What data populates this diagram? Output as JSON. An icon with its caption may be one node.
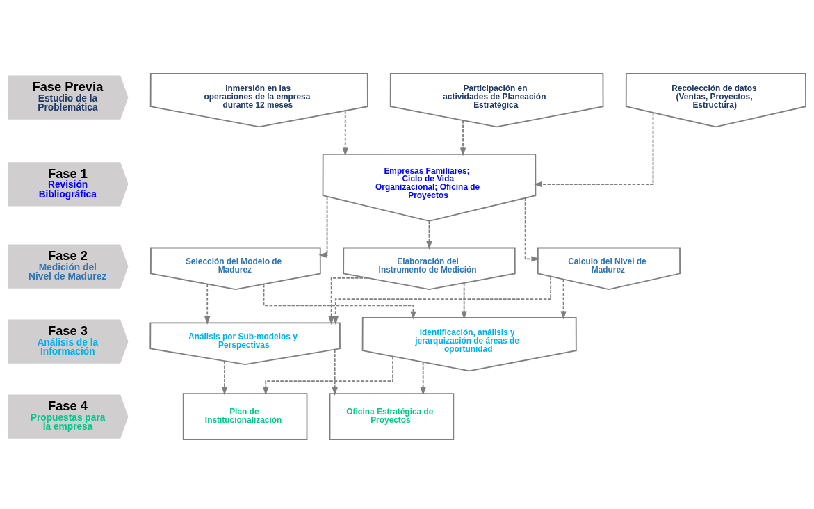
{
  "diagram": {
    "nodes": [
      {
        "text": [
          "Fase Previa",
          "Estudio de la Problemática"
        ]
      },
      {
        "text": [
          "Inmersión en las operaciones de la empresa durante 12 meses"
        ]
      },
      {
        "text": [
          "Participación en actividades de Planeación Estratégica"
        ]
      },
      {
        "text": [
          "Recolección de datos (Ventas, Proyectos, Estructura)"
        ]
      },
      {
        "text": [
          "Fase 1",
          "Revisión Bibliográfica"
        ]
      },
      {
        "text": [
          "Empresas Familiares;  Ciclo de Vida Organizacional; Oficina de Proyectos"
        ]
      },
      {
        "text": [
          "Fase 2",
          "Medición del Nivel de Madurez"
        ]
      },
      {
        "text": [
          "Selección del Modelo de Madurez"
        ]
      },
      {
        "text": [
          "Elaboración del Instrumento de Medición"
        ]
      },
      {
        "text": [
          "Calculo del Nivel de Madurez"
        ]
      },
      {
        "text": [
          "Fase 3",
          "Análisis de la Información"
        ]
      },
      {
        "text": [
          "Análisis por Sub-modelos y Perspectivas"
        ]
      },
      {
        "text": [
          "Identificación, análisis y jerarquización de áreas de oportunidad"
        ]
      },
      {
        "text": [
          "Fase 4",
          "Propuestas para la empresa"
        ]
      },
      {
        "text": [
          "Plan de Institucionalización"
        ]
      },
      {
        "text": [
          "Oficina Estratégica de Proyectos"
        ]
      }
    ],
    "edges": [
      {
        "from": 1,
        "to": 5,
        "arrow": "to",
        "style": "dashed"
      },
      {
        "from": 2,
        "to": 5,
        "arrow": "to",
        "style": "dashed"
      },
      {
        "from": 3,
        "to": 5,
        "arrow": "to",
        "style": "dashed"
      },
      {
        "from": 5,
        "to": 7,
        "arrow": "to",
        "style": "dashed"
      },
      {
        "from": 5,
        "to": 8,
        "arrow": "to",
        "style": "dashed"
      },
      {
        "from": 5,
        "to": 9,
        "arrow": "to",
        "style": "dashed"
      },
      {
        "from": 7,
        "to": 11,
        "arrow": "to",
        "style": "dashed"
      },
      {
        "from": 7,
        "to": 12,
        "arrow": "to",
        "style": "dashed"
      },
      {
        "from": 8,
        "to": 11,
        "arrow": "to",
        "style": "dashed"
      },
      {
        "from": 8,
        "to": 12,
        "arrow": "to",
        "style": "dashed"
      },
      {
        "from": 9,
        "to": 11,
        "arrow": "to",
        "style": "dashed"
      },
      {
        "from": 9,
        "to": 12,
        "arrow": "to",
        "style": "dashed"
      },
      {
        "from": 11,
        "to": 14,
        "arrow": "to",
        "style": "dashed"
      },
      {
        "from": 11,
        "to": 15,
        "arrow": "to",
        "style": "dashed"
      },
      {
        "from": 12,
        "to": 14,
        "arrow": "to",
        "style": "dashed"
      },
      {
        "from": 12,
        "to": 15,
        "arrow": "to",
        "style": "dashed"
      }
    ]
  }
}
